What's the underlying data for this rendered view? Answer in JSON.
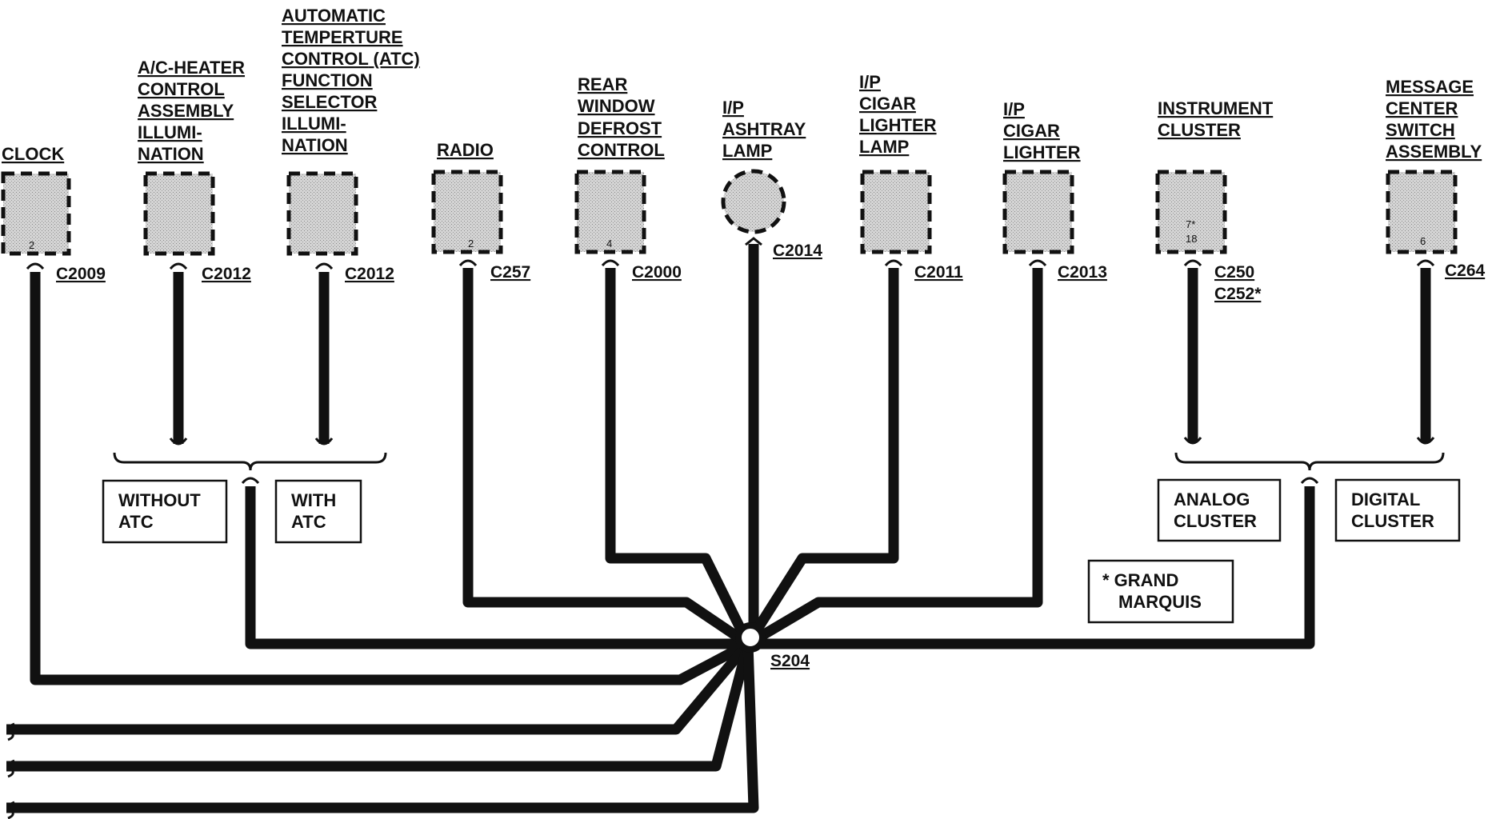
{
  "components": {
    "clock": {
      "lines": [
        "CLOCK"
      ],
      "connector": "C2009",
      "pin": "2"
    },
    "ac_heater": {
      "lines": [
        "A/C-HEATER",
        "CONTROL",
        "ASSEMBLY",
        "ILLUMI-",
        "NATION"
      ],
      "connector": "C2012"
    },
    "atc": {
      "lines": [
        "AUTOMATIC",
        "TEMPERTURE",
        "CONTROL",
        "FUNCTION",
        "SELECTOR",
        "ILLUMI-",
        "NATION"
      ],
      "line3_suffix": " (ATC)",
      "connector": "C2012"
    },
    "radio": {
      "lines": [
        "RADIO"
      ],
      "connector": "C257",
      "pin": "2"
    },
    "rear_defrost": {
      "lines": [
        "REAR",
        "WINDOW",
        "DEFROST",
        "CONTROL"
      ],
      "connector": "C2000",
      "pin": "4"
    },
    "ashtray": {
      "lines": [
        "I/P",
        "ASHTRAY",
        "LAMP"
      ],
      "connector": "C2014"
    },
    "cigar_lamp": {
      "lines": [
        "I/P",
        "CIGAR",
        "LIGHTER",
        "LAMP"
      ],
      "connector": "C2011"
    },
    "cigar_lighter": {
      "lines": [
        "I/P",
        "CIGAR",
        "LIGHTER"
      ],
      "connector": "C2013"
    },
    "instrument_cluster": {
      "lines": [
        "INSTRUMENT",
        "CLUSTER"
      ],
      "connector": "C250",
      "connector_alt": "C252*",
      "pin": "7*",
      "pin2": "18"
    },
    "message_center": {
      "lines": [
        "MESSAGE",
        "CENTER",
        "SWITCH",
        "ASSEMBLY"
      ],
      "connector": "C264",
      "pin": "6"
    }
  },
  "options": {
    "without_atc": [
      "WITHOUT",
      "ATC"
    ],
    "with_atc": [
      "WITH",
      "ATC"
    ],
    "analog_cluster": [
      "ANALOG",
      "CLUSTER"
    ],
    "digital_cluster": [
      "DIGITAL",
      "CLUSTER"
    ]
  },
  "note": [
    "* GRAND",
    "MARQUIS"
  ],
  "splice": "S204"
}
